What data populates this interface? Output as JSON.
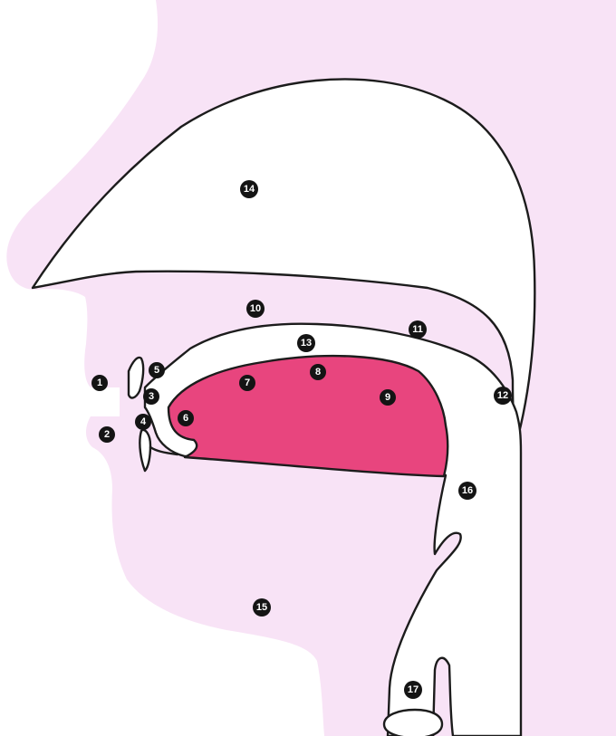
{
  "colors": {
    "tissue": "#f8e3f6",
    "tongue": "#e8457e",
    "cavity": "#ffffff",
    "outline": "#1c1c1c",
    "marker": "#141414",
    "marker_text": "#ffffff"
  },
  "markers": [
    {
      "id": "1",
      "label": "1"
    },
    {
      "id": "2",
      "label": "2"
    },
    {
      "id": "3",
      "label": "3"
    },
    {
      "id": "4",
      "label": "4"
    },
    {
      "id": "5",
      "label": "5"
    },
    {
      "id": "6",
      "label": "6"
    },
    {
      "id": "7",
      "label": "7"
    },
    {
      "id": "8",
      "label": "8"
    },
    {
      "id": "9",
      "label": "9"
    },
    {
      "id": "10",
      "label": "10"
    },
    {
      "id": "11",
      "label": "11"
    },
    {
      "id": "12",
      "label": "12"
    },
    {
      "id": "13",
      "label": "13"
    },
    {
      "id": "14",
      "label": "14"
    },
    {
      "id": "15",
      "label": "15"
    },
    {
      "id": "16",
      "label": "16"
    },
    {
      "id": "17",
      "label": "17"
    }
  ]
}
